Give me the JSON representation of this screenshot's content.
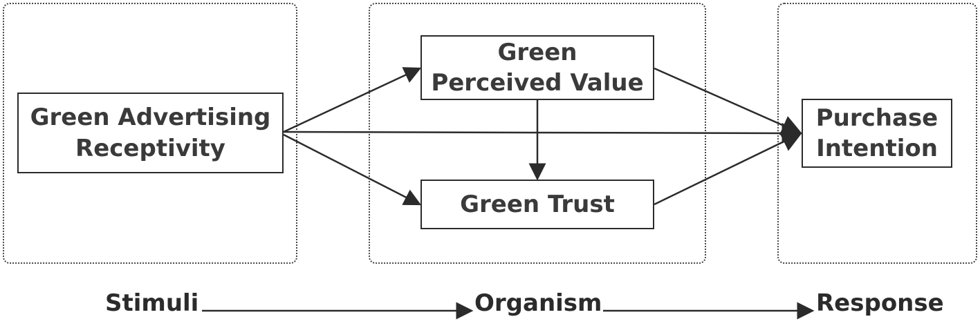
{
  "groups": {
    "stimuli": "",
    "organism": "",
    "response": ""
  },
  "nodes": {
    "advertising": {
      "line1": "Green Advertising",
      "line2": "Receptivity"
    },
    "perceived_value": {
      "line1": "Green",
      "line2": "Perceived Value"
    },
    "trust": {
      "line1": "Green Trust"
    },
    "purchase": {
      "line1": "Purchase",
      "line2": "Intention"
    }
  },
  "flow": {
    "stimuli": "Stimuli",
    "organism": "Organism",
    "response": "Response"
  },
  "colors": {
    "stroke": "#2b2b2b",
    "text": "#3a3a3a",
    "group_border": "#444444"
  }
}
